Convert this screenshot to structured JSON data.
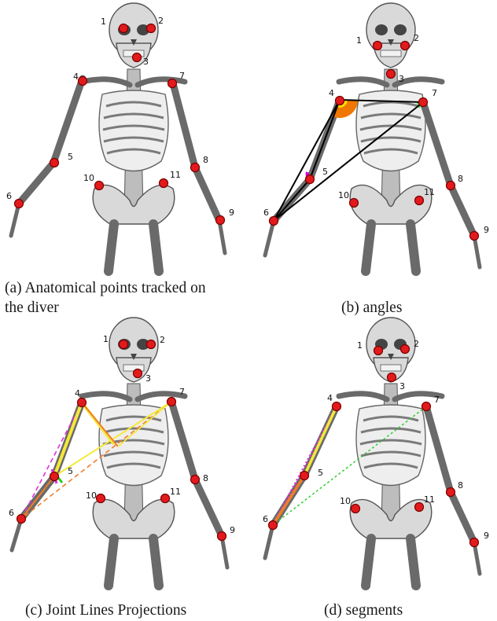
{
  "panels": [
    {
      "id": "a",
      "caption_line1": "(a) Anatomical points tracked on",
      "caption_line2": "the diver",
      "points": [
        "1",
        "2",
        "3",
        "4",
        "5",
        "6",
        "7",
        "8",
        "9",
        "10",
        "11"
      ]
    },
    {
      "id": "b",
      "caption_line1": "(b) angles",
      "caption_line2": "",
      "points": [
        "1",
        "2",
        "3",
        "4",
        "5",
        "6",
        "7",
        "8",
        "9",
        "10",
        "11"
      ],
      "colors": {
        "angle_outer": "#f07800",
        "angle_inner": "#ffe000",
        "angle_elbow": "#d400d4",
        "angle_shoulder2": "#31e02f",
        "lines": "#000000"
      }
    },
    {
      "id": "c",
      "caption_line1": "(c) Joint Lines Projections",
      "caption_line2": "",
      "points": [
        "1",
        "2",
        "3",
        "4",
        "5",
        "6",
        "7",
        "8",
        "9",
        "10",
        "11"
      ],
      "colors": {
        "magenta": "#e22fe0",
        "yellow": "#f5e83a",
        "orange": "#f07d2a",
        "green": "#22cc22"
      }
    },
    {
      "id": "d",
      "caption_line1": "(d) segments",
      "caption_line2": "",
      "points": [
        "1",
        "2",
        "3",
        "4",
        "5",
        "6",
        "7",
        "8",
        "9",
        "10",
        "11"
      ],
      "colors": {
        "magenta": "#e22fe0",
        "yellow": "#f5e83a",
        "orange": "#f07d2a",
        "green": "#33cc33"
      }
    }
  ],
  "colors": {
    "point": "#e31a1c",
    "point_stroke": "#7a0000"
  }
}
